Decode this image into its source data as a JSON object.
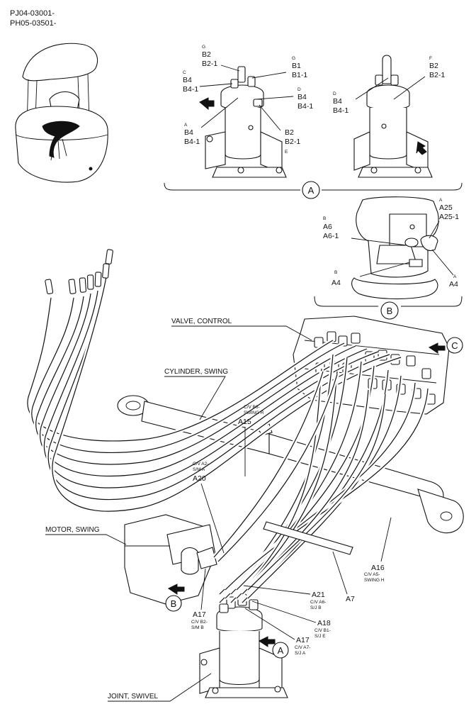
{
  "header": {
    "serial_1": "PJ04-03001-",
    "serial_2": "PH05-03501-"
  },
  "callouts": {
    "A": "A",
    "B": "B",
    "C": "C"
  },
  "components": {
    "valve_control": "VALVE, CONTROL",
    "cylinder_swing": "CYLINDER, SWING",
    "motor_swing": "MOTOR, SWING",
    "joint_swivel": "JOINT, SWIVEL"
  },
  "detail_a_labels": [
    {
      "port": "G",
      "code": "B2",
      "sub": "B2-1"
    },
    {
      "port": "G",
      "code": "B1",
      "sub": "B1-1"
    },
    {
      "port": "C",
      "code": "B4",
      "sub": "B4-1"
    },
    {
      "port": "D",
      "code": "B4",
      "sub": "B4-1"
    },
    {
      "port": "A",
      "code": "B4",
      "sub": "B4-1"
    },
    {
      "port": "E",
      "code": "B2",
      "sub": "B2-1"
    },
    {
      "port": "F",
      "code": "B2",
      "sub": "B2-1"
    },
    {
      "port": "D",
      "code": "B4",
      "sub": "B4-1"
    }
  ],
  "detail_b_labels": [
    {
      "port": "B",
      "code": "A6",
      "sub": "A6-1"
    },
    {
      "port": "A",
      "code": "A25",
      "sub": "A25-1"
    },
    {
      "port": "B",
      "code": "A4"
    },
    {
      "port": "A",
      "code": "A4"
    }
  ],
  "main_labels": [
    {
      "code": "A15",
      "desc_1": "C/V B6-",
      "desc_2": "SWING R"
    },
    {
      "code": "A20",
      "desc_1": "C/V A2-",
      "desc_2": "S/M A"
    },
    {
      "code": "A16",
      "desc_1": "C/V A5-",
      "desc_2": "SWING H"
    },
    {
      "code": "A21",
      "desc_1": "C/V A6-",
      "desc_2": "S/J B"
    },
    {
      "code": "A7"
    },
    {
      "code": "A18",
      "desc_1": "C/V B1-",
      "desc_2": "S/J E"
    },
    {
      "code": "A17",
      "desc_1": "C/V B2-",
      "desc_2": "S/M B"
    },
    {
      "code": "A17",
      "desc_1": "C/V A7-",
      "desc_2": "S/J A"
    }
  ]
}
